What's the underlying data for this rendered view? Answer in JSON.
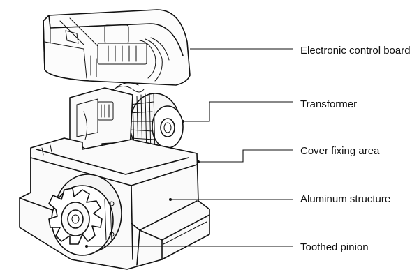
{
  "labels": {
    "control_board": "Electronic control board",
    "transformer": "Transformer",
    "cover_fixing": "Cover fixing area",
    "aluminum": "Aluminum structure",
    "pinion": "Toothed pinion"
  },
  "colors": {
    "ink": "#111111",
    "background": "#ffffff",
    "body_fill": "#fafafa",
    "shade": "#dcdcdc"
  }
}
